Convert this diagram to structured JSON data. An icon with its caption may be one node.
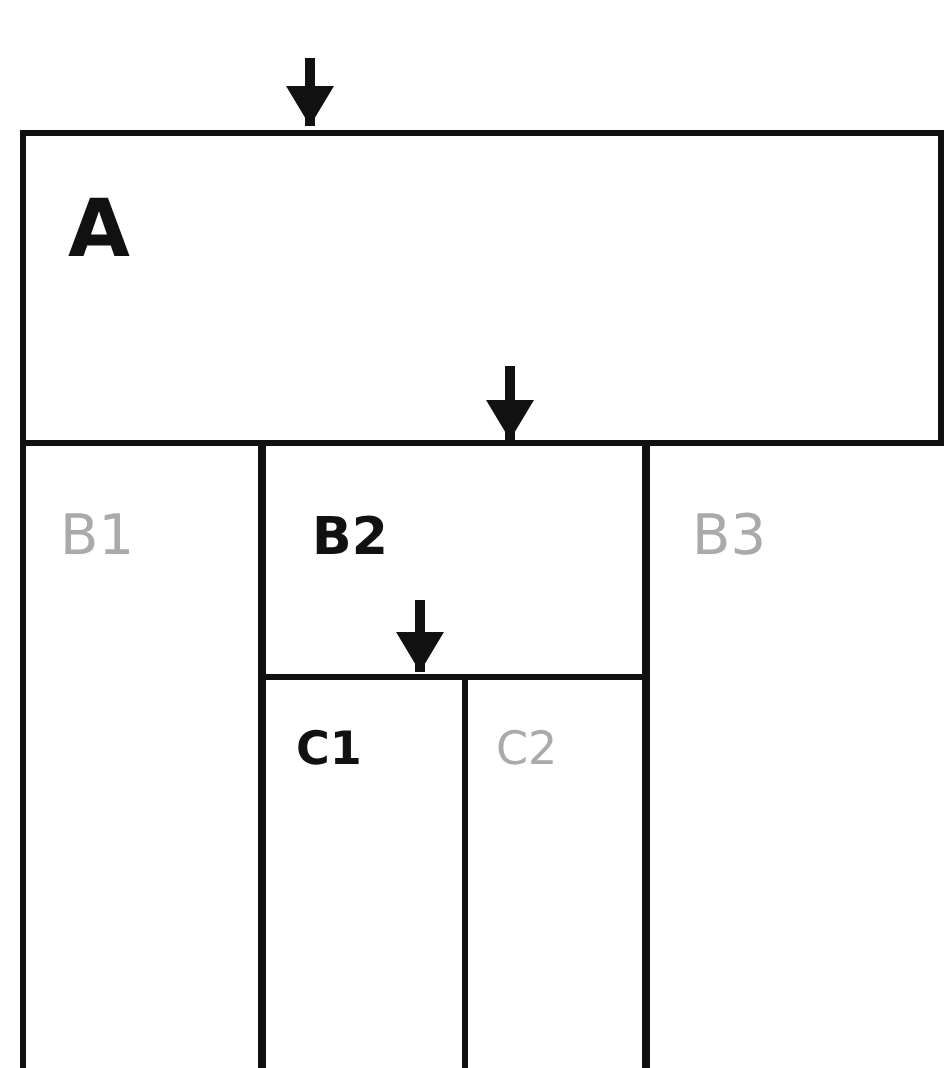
{
  "diagram": {
    "nodes": [
      {
        "text": [
          "A"
        ]
      },
      {
        "text": [
          "B1"
        ]
      },
      {
        "text": [
          "B2"
        ]
      },
      {
        "text": [
          "B3"
        ]
      },
      {
        "text": [
          "C1"
        ]
      },
      {
        "text": [
          "C2"
        ]
      }
    ],
    "edges": [
      {
        "from": null,
        "to": 0,
        "arrow": "to"
      },
      {
        "from": 0,
        "to": 2,
        "arrow": "to"
      },
      {
        "from": 2,
        "to": 4,
        "arrow": "to"
      }
    ]
  }
}
